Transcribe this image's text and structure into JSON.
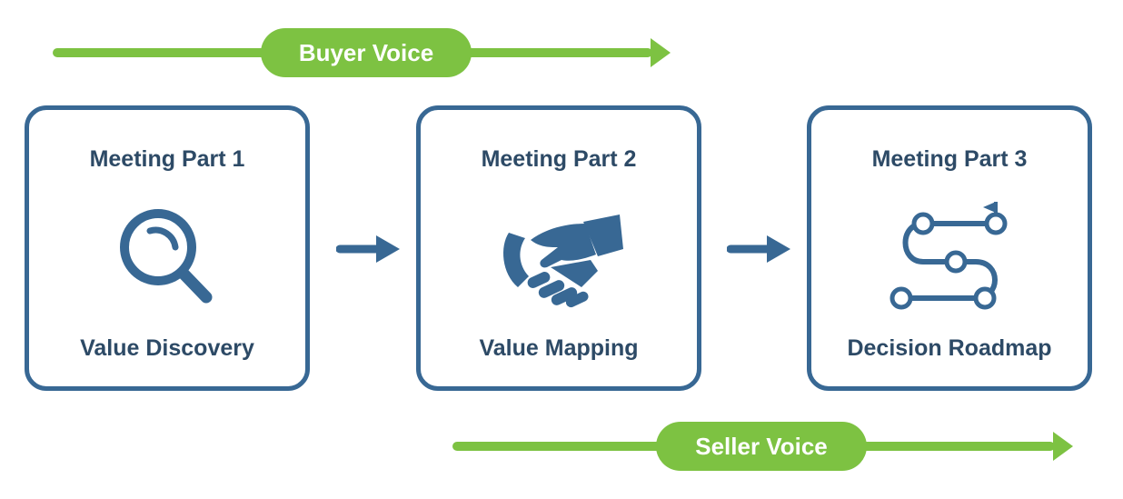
{
  "buyer_voice": {
    "label": "Buyer Voice"
  },
  "seller_voice": {
    "label": "Seller Voice"
  },
  "cards": [
    {
      "title": "Meeting Part 1",
      "label": "Value Discovery",
      "icon": "magnifier-icon"
    },
    {
      "title": "Meeting Part 2",
      "label": "Value Mapping",
      "icon": "handshake-icon"
    },
    {
      "title": "Meeting Part 3",
      "label": "Decision Roadmap",
      "icon": "roadmap-icon"
    }
  ],
  "colors": {
    "voice_green": "#7dc242",
    "card_blue": "#386894",
    "text_navy": "#2d4a66"
  }
}
